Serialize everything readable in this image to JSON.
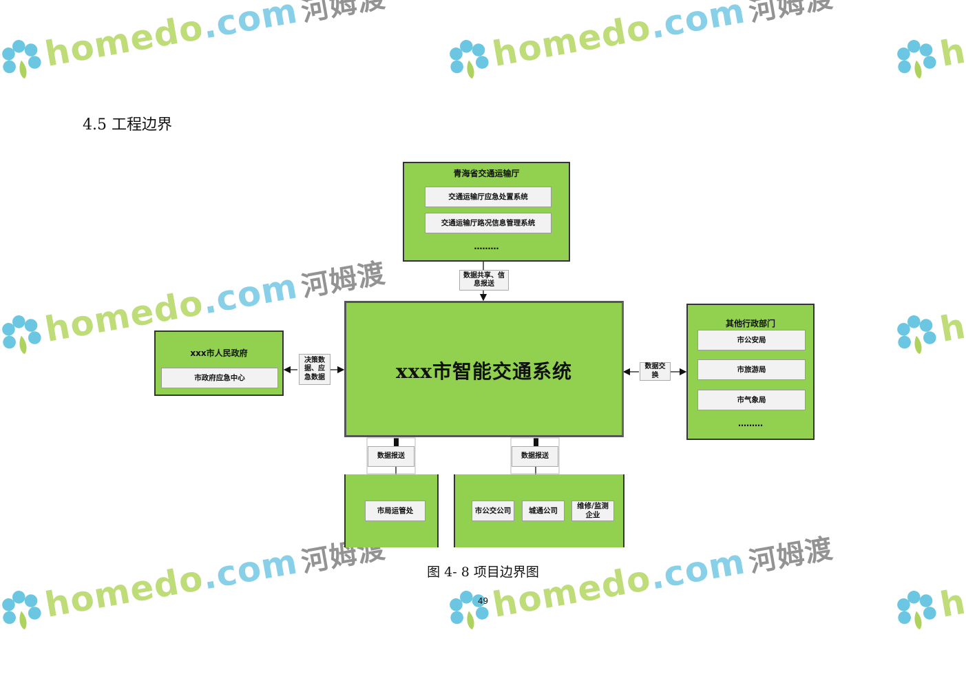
{
  "watermark": {
    "brand": "homedo",
    "tld": ".com",
    "cn": "河姆渡"
  },
  "heading": "4.5 工程边界",
  "diagram": {
    "top": {
      "title": "青海省交通运输厅",
      "items": [
        "交通运输厅应急处置系统",
        "交通运输厅路况信息管理系统"
      ],
      "more": "………"
    },
    "center": {
      "title": "xxx市智能交通系统"
    },
    "left": {
      "title": "xxx市人民政府",
      "items": [
        "市政府应急中心"
      ]
    },
    "right": {
      "title": "其他行政部门",
      "items": [
        "市公安局",
        "市旅游局",
        "市气象局"
      ],
      "more": "………"
    },
    "bottom_left": {
      "items": [
        "市局运管处"
      ]
    },
    "bottom_right": {
      "items": [
        "市公交公司",
        "城通公司",
        "维修/监测企业"
      ]
    },
    "edges": {
      "top": "数据共享、信息报送",
      "left": "决策数据、应急数据",
      "right": "数据交换",
      "bottom_left": "数据报送",
      "bottom_right": "数据报送"
    }
  },
  "caption": "图 4- 8 项目边界图",
  "page_number": "49"
}
